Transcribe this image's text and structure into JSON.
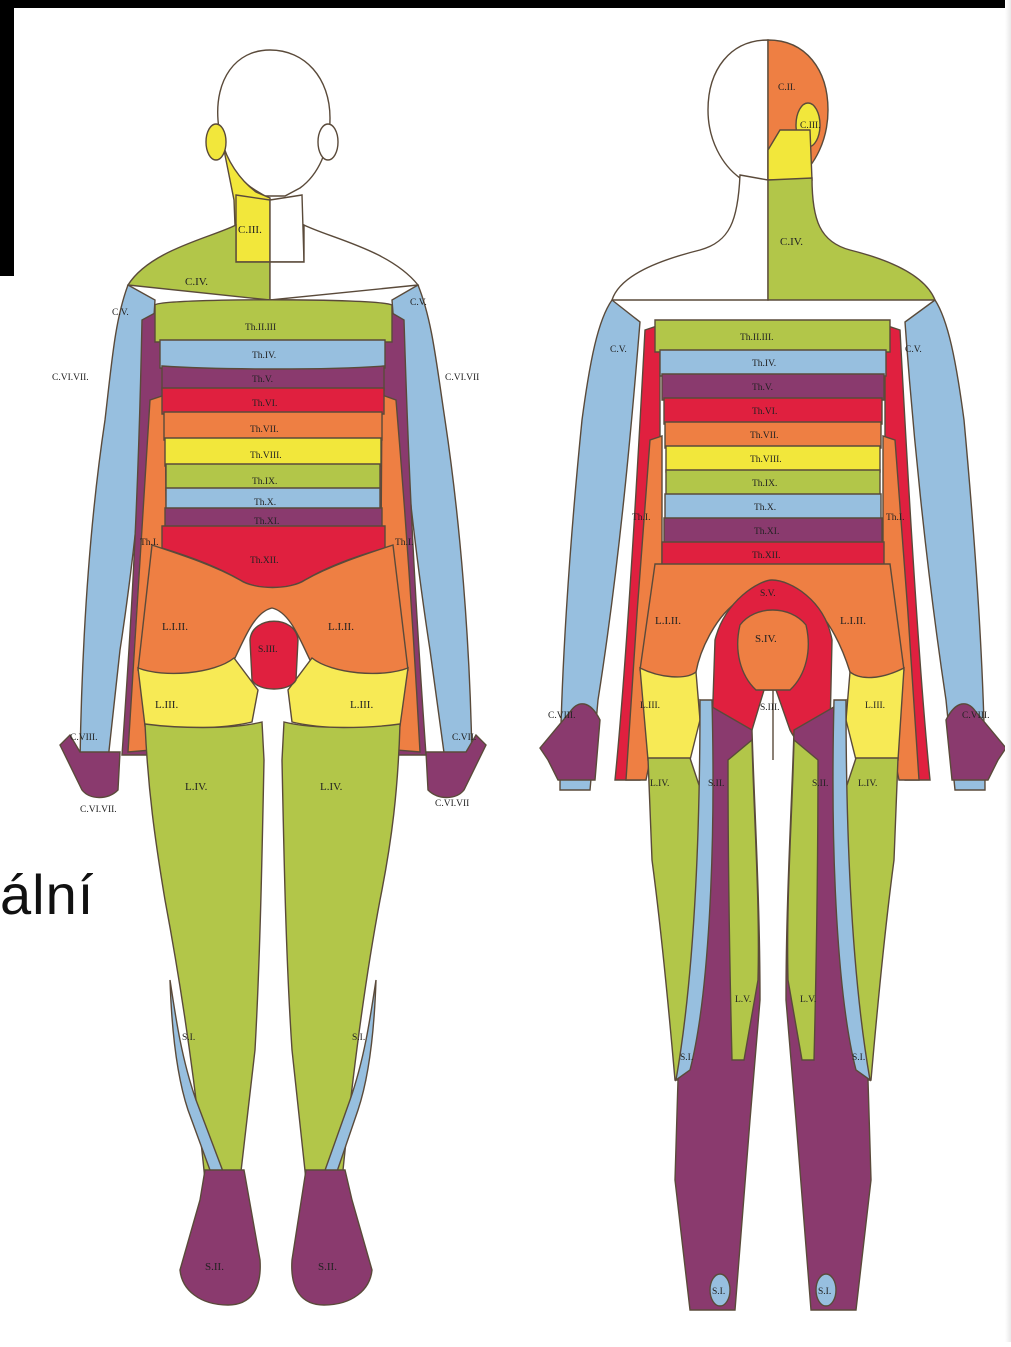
{
  "overlay_text": "ální",
  "colors": {
    "C3": "#f2e73b",
    "C4": "#b2c649",
    "C5": "#97bfdf",
    "C6": "#6b2a4e",
    "C8": "#6a1f45",
    "Th2_3": "#b2c649",
    "Th4": "#97bfdf",
    "Th5": "#8a3a6e",
    "Th6": "#e0203f",
    "Th7": "#ee7f43",
    "Th8": "#f2e73b",
    "Th9": "#b2c649",
    "Th10": "#97bfdf",
    "Th11": "#8a3a6e",
    "Th12": "#e0203f",
    "L1_2": "#ee7f43",
    "L3": "#f7ea55",
    "L4": "#b2c649",
    "S1": "#97bfdf",
    "S2": "#8a3a6e",
    "S3": "#e0203f",
    "S4": "#ee7f43",
    "outline": "#5a4a3a",
    "skin": "#ffffff"
  },
  "front": {
    "labels": {
      "c3": "C.III.",
      "c4": "C.IV.",
      "c5_left": "C.V.",
      "c5_right": "C.V.",
      "c67_left": "C.VI.VII.",
      "c67_right": "C.VI.VII",
      "c8_hand": "C.VIII.",
      "c7_hand": "C.VII.",
      "c67_foot_left": "C.VI.VII.",
      "c67_foot_right": "C.VI.VII",
      "th23": "Th.II.III",
      "th4": "Th.IV.",
      "th5": "Th.V.",
      "th6": "Th.VI.",
      "th7": "Th.VII.",
      "th8": "Th.VIII.",
      "th9": "Th.IX.",
      "th10": "Th.X.",
      "th11": "Th.XI.",
      "th12": "Th.XII.",
      "th_arm_l": "Th.I.",
      "th_arm_r": "Th.I.",
      "l12_l": "L.I.II.",
      "l12_r": "L.I.II.",
      "l3_l": "L.III.",
      "l3_r": "L.III.",
      "l4_l": "L.IV.",
      "l4_r": "L.IV.",
      "s1_l": "S.I.",
      "s1_r": "S.I.",
      "s2_l": "S.II.",
      "s2_r": "S.II.",
      "s_genital": "S.III."
    }
  },
  "back": {
    "labels": {
      "c2": "C.II.",
      "c3": "C.III.",
      "c4": "C.IV.",
      "c5_l": "C.V.",
      "c5_r": "C.V.",
      "c8_l": "C.VIII.",
      "c8_r": "C.VIII.",
      "th23": "Th.II.III.",
      "th4": "Th.IV.",
      "th5": "Th.V.",
      "th6": "Th.VI.",
      "th7": "Th.VII.",
      "th8": "Th.VIII.",
      "th9": "Th.IX.",
      "th10": "Th.X.",
      "th11": "Th.XI.",
      "th12": "Th.XII.",
      "th_arm_l": "Th.I.",
      "th_arm_r": "Th.I.",
      "l12_l": "L.I.II.",
      "l12_r": "L.I.II.",
      "l3_l": "L.III.",
      "l3_r": "L.III.",
      "l4_l": "L.IV.",
      "l4_r": "L.IV.",
      "l5_l": "L.V.",
      "l5_r": "L.V.",
      "s1_l": "S.I.",
      "s1_r": "S.I.",
      "s2_l": "S.II.",
      "s2_r": "S.II.",
      "s3": "S.III.",
      "s4": "S.IV.",
      "s5": "S.V.",
      "heel_l": "S.I.",
      "heel_r": "S.I."
    }
  }
}
